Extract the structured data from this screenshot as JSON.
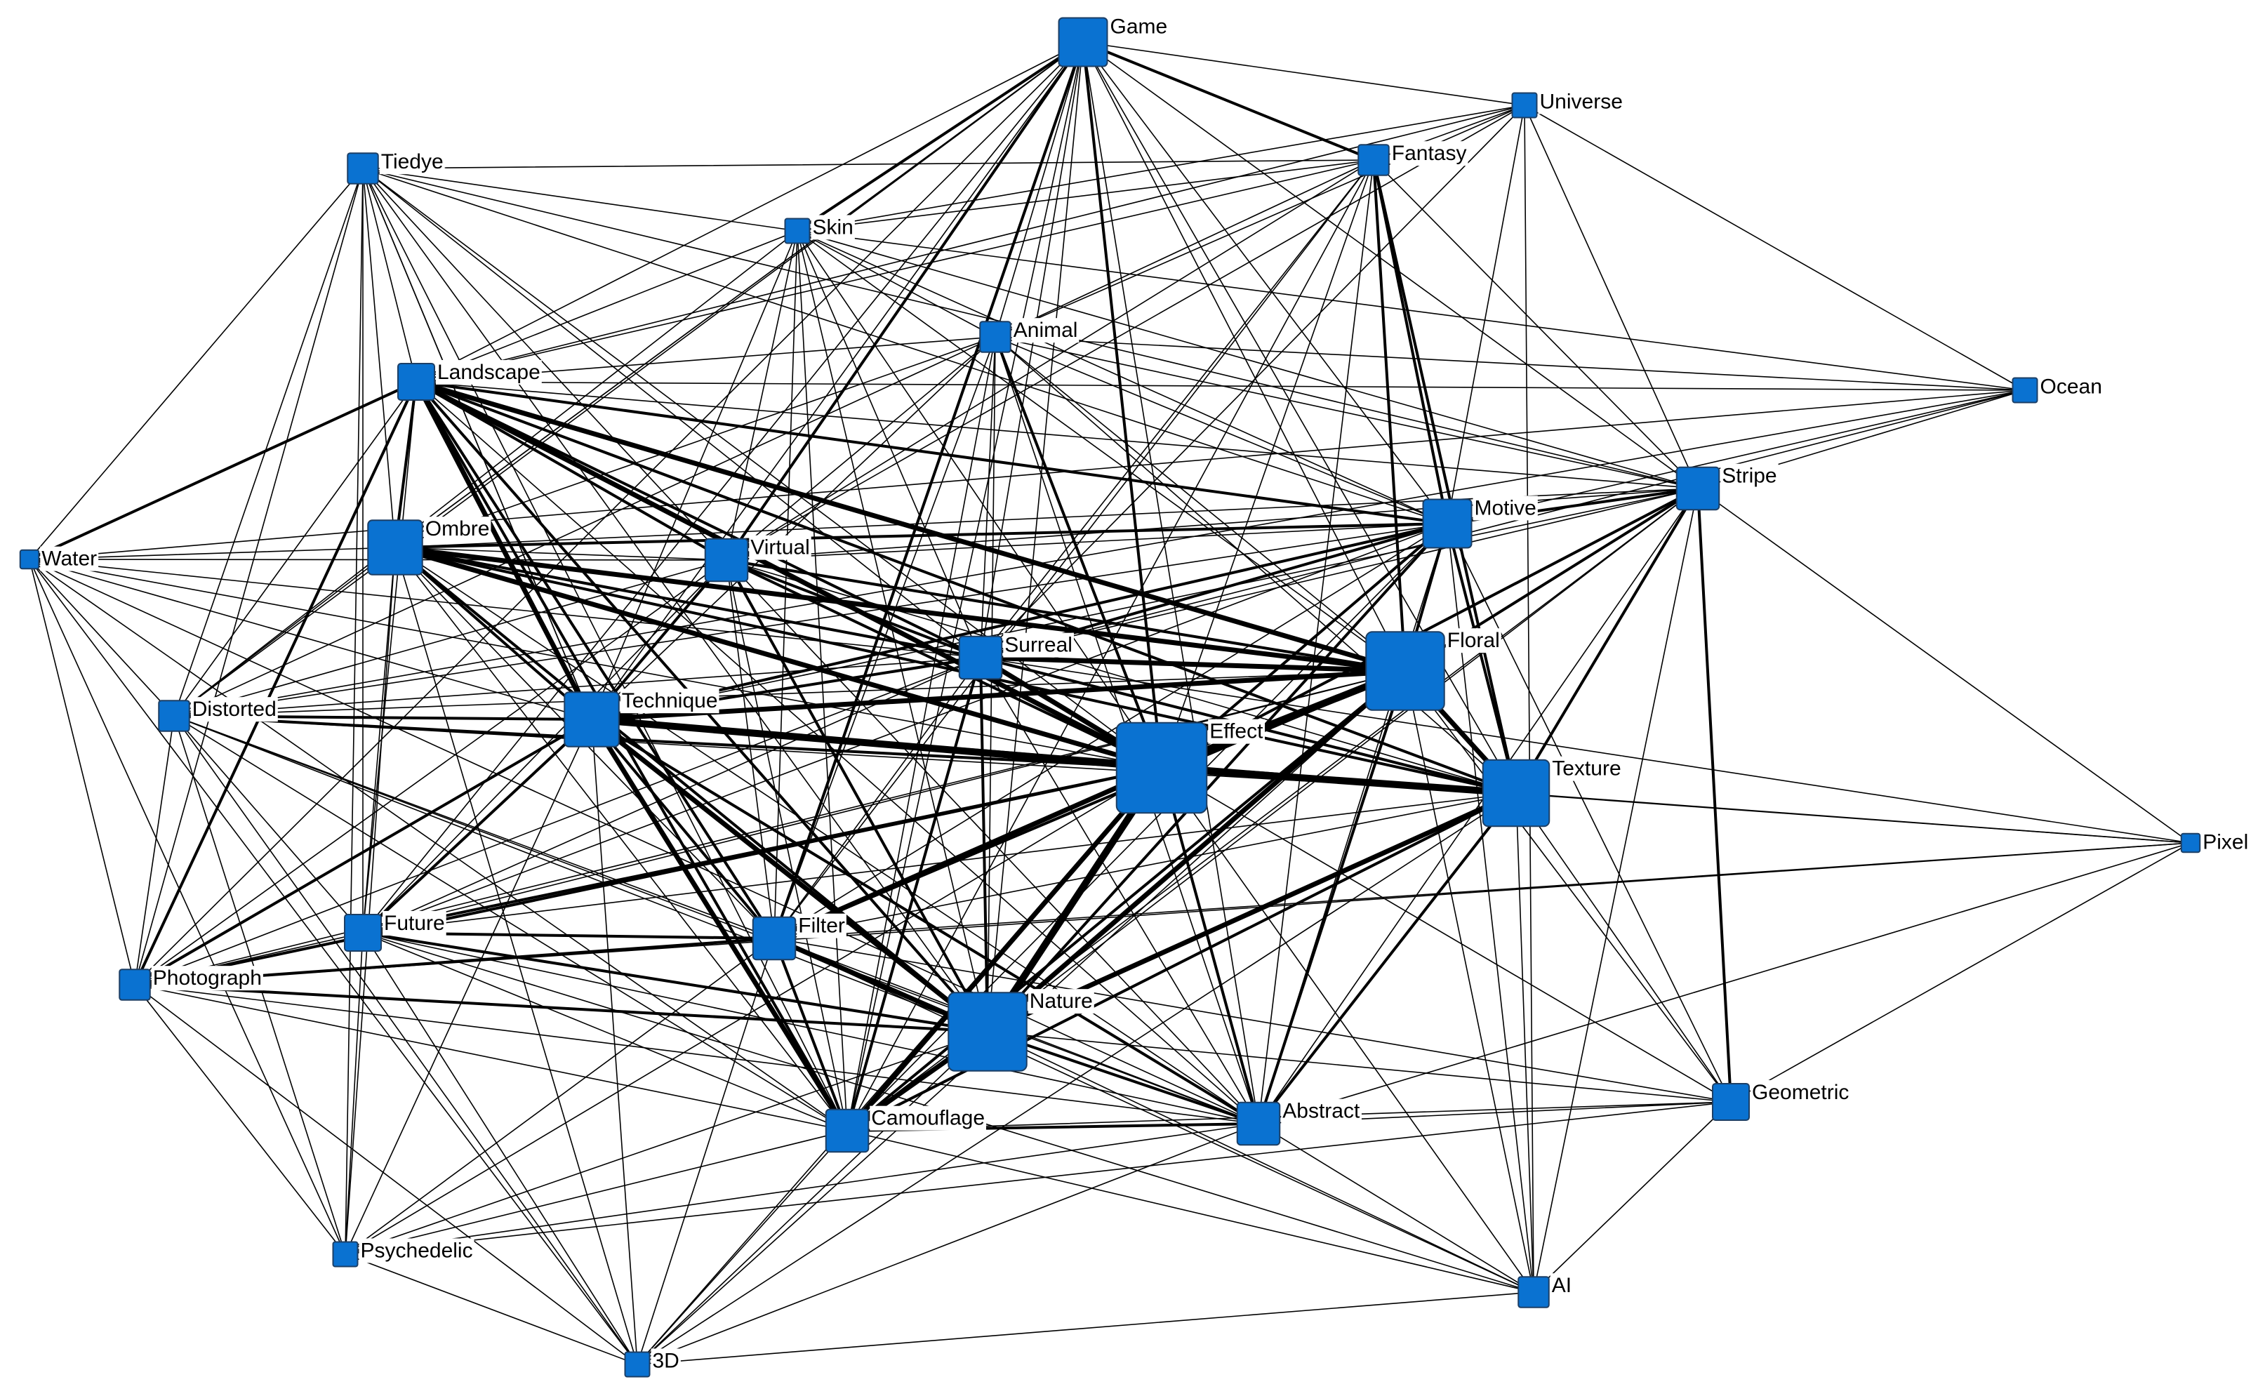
{
  "colors": {
    "node_fill": "#0a72d1",
    "edge": "#000000",
    "background": "#ffffff"
  },
  "nodes": [
    {
      "id": "Game",
      "label": "Game",
      "weight": 6
    },
    {
      "id": "Universe",
      "label": "Universe",
      "weight": 2
    },
    {
      "id": "Fantasy",
      "label": "Fantasy",
      "weight": 3
    },
    {
      "id": "Tiedye",
      "label": "Tiedye",
      "weight": 3
    },
    {
      "id": "Skin",
      "label": "Skin",
      "weight": 2
    },
    {
      "id": "Animal",
      "label": "Animal",
      "weight": 3
    },
    {
      "id": "Landscape",
      "label": "Landscape",
      "weight": 4
    },
    {
      "id": "Ocean",
      "label": "Ocean",
      "weight": 2
    },
    {
      "id": "Stripe",
      "label": "Stripe",
      "weight": 5
    },
    {
      "id": "Motive",
      "label": "Motive",
      "weight": 6
    },
    {
      "id": "Water",
      "label": "Water",
      "weight": 1
    },
    {
      "id": "Ombre",
      "label": "Ombre",
      "weight": 7
    },
    {
      "id": "Virtual",
      "label": "Virtual",
      "weight": 5
    },
    {
      "id": "Surreal",
      "label": "Surreal",
      "weight": 5
    },
    {
      "id": "Floral",
      "label": "Floral",
      "weight": 11
    },
    {
      "id": "Distorted",
      "label": "Distorted",
      "weight": 3
    },
    {
      "id": "Technique",
      "label": "Technique",
      "weight": 7
    },
    {
      "id": "Effect",
      "label": "Effect",
      "weight": 13
    },
    {
      "id": "Texture",
      "label": "Texture",
      "weight": 9
    },
    {
      "id": "Pixel",
      "label": "Pixel",
      "weight": 1
    },
    {
      "id": "Future",
      "label": "Future",
      "weight": 4
    },
    {
      "id": "Filter",
      "label": "Filter",
      "weight": 5
    },
    {
      "id": "Photograph",
      "label": "Photograph",
      "weight": 3
    },
    {
      "id": "Nature",
      "label": "Nature",
      "weight": 11
    },
    {
      "id": "Geometric",
      "label": "Geometric",
      "weight": 4
    },
    {
      "id": "Camouflage",
      "label": "Camouflage",
      "weight": 5
    },
    {
      "id": "Abstract",
      "label": "Abstract",
      "weight": 5
    },
    {
      "id": "Psychedelic",
      "label": "Psychedelic",
      "weight": 2
    },
    {
      "id": "AI",
      "label": "AI",
      "weight": 3
    },
    {
      "id": "3D",
      "label": "3D",
      "weight": 2
    }
  ],
  "edges": [
    [
      "Effect",
      "Texture",
      4
    ],
    [
      "Effect",
      "Floral",
      4
    ],
    [
      "Effect",
      "Nature",
      4
    ],
    [
      "Effect",
      "Technique",
      4
    ],
    [
      "Effect",
      "Ombre",
      3
    ],
    [
      "Effect",
      "Landscape",
      3
    ],
    [
      "Effect",
      "Surreal",
      3
    ],
    [
      "Effect",
      "Camouflage",
      3
    ],
    [
      "Effect",
      "Filter",
      3
    ],
    [
      "Effect",
      "Virtual",
      2
    ],
    [
      "Effect",
      "Motive",
      2
    ],
    [
      "Effect",
      "Abstract",
      2
    ],
    [
      "Effect",
      "Distorted",
      2
    ],
    [
      "Effect",
      "Future",
      2
    ],
    [
      "Effect",
      "Photograph",
      2
    ],
    [
      "Effect",
      "Stripe",
      2
    ],
    [
      "Effect",
      "Game",
      2
    ],
    [
      "Effect",
      "Animal",
      2
    ],
    [
      "Effect",
      "Skin",
      1
    ],
    [
      "Effect",
      "Tiedye",
      1
    ],
    [
      "Effect",
      "Fantasy",
      1
    ],
    [
      "Effect",
      "AI",
      1
    ],
    [
      "Effect",
      "Geometric",
      1
    ],
    [
      "Effect",
      "Pixel",
      1
    ],
    [
      "Effect",
      "3D",
      1
    ],
    [
      "Effect",
      "Psychedelic",
      1
    ],
    [
      "Effect",
      "Water",
      1
    ],
    [
      "Floral",
      "Texture",
      3
    ],
    [
      "Floral",
      "Nature",
      3
    ],
    [
      "Floral",
      "Technique",
      3
    ],
    [
      "Floral",
      "Ombre",
      3
    ],
    [
      "Floral",
      "Landscape",
      3
    ],
    [
      "Floral",
      "Surreal",
      3
    ],
    [
      "Floral",
      "Motive",
      2
    ],
    [
      "Floral",
      "Camouflage",
      2
    ],
    [
      "Floral",
      "Filter",
      2
    ],
    [
      "Floral",
      "Virtual",
      2
    ],
    [
      "Floral",
      "Stripe",
      2
    ],
    [
      "Floral",
      "Abstract",
      2
    ],
    [
      "Floral",
      "Fantasy",
      2
    ],
    [
      "Floral",
      "Distorted",
      1
    ],
    [
      "Floral",
      "Future",
      1
    ],
    [
      "Floral",
      "Photograph",
      1
    ],
    [
      "Floral",
      "Skin",
      1
    ],
    [
      "Floral",
      "Animal",
      1
    ],
    [
      "Floral",
      "Game",
      1
    ],
    [
      "Floral",
      "AI",
      1
    ],
    [
      "Floral",
      "Geometric",
      1
    ],
    [
      "Floral",
      "3D",
      1
    ],
    [
      "Nature",
      "Texture",
      3
    ],
    [
      "Nature",
      "Technique",
      3
    ],
    [
      "Nature",
      "Camouflage",
      3
    ],
    [
      "Nature",
      "Filter",
      3
    ],
    [
      "Nature",
      "Landscape",
      2
    ],
    [
      "Nature",
      "Ombre",
      2
    ],
    [
      "Nature",
      "Surreal",
      2
    ],
    [
      "Nature",
      "Abstract",
      2
    ],
    [
      "Nature",
      "Motive",
      2
    ],
    [
      "Nature",
      "Virtual",
      2
    ],
    [
      "Nature",
      "Future",
      2
    ],
    [
      "Nature",
      "Photograph",
      2
    ],
    [
      "Nature",
      "Distorted",
      1
    ],
    [
      "Nature",
      "Game",
      1
    ],
    [
      "Nature",
      "Animal",
      1
    ],
    [
      "Nature",
      "Stripe",
      1
    ],
    [
      "Nature",
      "Geometric",
      1
    ],
    [
      "Nature",
      "Psychedelic",
      1
    ],
    [
      "Nature",
      "3D",
      1
    ],
    [
      "Nature",
      "AI",
      1
    ],
    [
      "Nature",
      "Skin",
      1
    ],
    [
      "Nature",
      "Tiedye",
      1
    ],
    [
      "Texture",
      "Technique",
      2
    ],
    [
      "Texture",
      "Motive",
      2
    ],
    [
      "Texture",
      "Stripe",
      2
    ],
    [
      "Texture",
      "Surreal",
      2
    ],
    [
      "Texture",
      "Camouflage",
      2
    ],
    [
      "Texture",
      "Abstract",
      2
    ],
    [
      "Texture",
      "Ombre",
      2
    ],
    [
      "Texture",
      "Landscape",
      2
    ],
    [
      "Texture",
      "Fantasy",
      2
    ],
    [
      "Texture",
      "Virtual",
      1
    ],
    [
      "Texture",
      "Filter",
      1
    ],
    [
      "Texture",
      "Geometric",
      1
    ],
    [
      "Texture",
      "AI",
      1
    ],
    [
      "Texture",
      "Pixel",
      1
    ],
    [
      "Texture",
      "Distorted",
      1
    ],
    [
      "Texture",
      "Animal",
      1
    ],
    [
      "Texture",
      "Game",
      1
    ],
    [
      "Texture",
      "3D",
      1
    ],
    [
      "Texture",
      "Future",
      1
    ],
    [
      "Technique",
      "Landscape",
      3
    ],
    [
      "Technique",
      "Ombre",
      2
    ],
    [
      "Technique",
      "Camouflage",
      3
    ],
    [
      "Technique",
      "Filter",
      2
    ],
    [
      "Technique",
      "Surreal",
      2
    ],
    [
      "Technique",
      "Virtual",
      2
    ],
    [
      "Technique",
      "Distorted",
      2
    ],
    [
      "Technique",
      "Future",
      2
    ],
    [
      "Technique",
      "Photograph",
      2
    ],
    [
      "Technique",
      "Motive",
      2
    ],
    [
      "Technique",
      "Abstract",
      2
    ],
    [
      "Technique",
      "Game",
      1
    ],
    [
      "Technique",
      "Animal",
      1
    ],
    [
      "Technique",
      "Skin",
      1
    ],
    [
      "Technique",
      "Tiedye",
      1
    ],
    [
      "Technique",
      "Water",
      1
    ],
    [
      "Technique",
      "Stripe",
      1
    ],
    [
      "Technique",
      "3D",
      1
    ],
    [
      "Technique",
      "Psychedelic",
      1
    ],
    [
      "Ombre",
      "Landscape",
      2
    ],
    [
      "Ombre",
      "Surreal",
      2
    ],
    [
      "Ombre",
      "Virtual",
      1
    ],
    [
      "Ombre",
      "Motive",
      2
    ],
    [
      "Ombre",
      "Stripe",
      1
    ],
    [
      "Ombre",
      "Camouflage",
      1
    ],
    [
      "Ombre",
      "Future",
      1
    ],
    [
      "Ombre",
      "Filter",
      1
    ],
    [
      "Ombre",
      "Abstract",
      1
    ],
    [
      "Ombre",
      "Distorted",
      1
    ],
    [
      "Ombre",
      "Water",
      1
    ],
    [
      "Ombre",
      "Game",
      1
    ],
    [
      "Ombre",
      "Animal",
      1
    ],
    [
      "Ombre",
      "Psychedelic",
      1
    ],
    [
      "Ombre",
      "3D",
      1
    ],
    [
      "Game",
      "Fantasy",
      2
    ],
    [
      "Game",
      "Universe",
      1
    ],
    [
      "Game",
      "Skin",
      2
    ],
    [
      "Game",
      "Virtual",
      2
    ],
    [
      "Game",
      "Surreal",
      1
    ],
    [
      "Game",
      "Landscape",
      1
    ],
    [
      "Game",
      "Camouflage",
      1
    ],
    [
      "Game",
      "Motive",
      1
    ],
    [
      "Game",
      "Animal",
      1
    ],
    [
      "Game",
      "Filter",
      2
    ],
    [
      "Game",
      "Ombre",
      1
    ],
    [
      "Game",
      "Stripe",
      1
    ],
    [
      "Game",
      "Distorted",
      1
    ],
    [
      "Game",
      "Abstract",
      1
    ],
    [
      "Game",
      "Future",
      1
    ],
    [
      "Game",
      "Photograph",
      1
    ],
    [
      "Universe",
      "Fantasy",
      1
    ],
    [
      "Universe",
      "Stripe",
      1
    ],
    [
      "Universe",
      "Motive",
      1
    ],
    [
      "Universe",
      "Skin",
      1
    ],
    [
      "Universe",
      "Animal",
      1
    ],
    [
      "Universe",
      "Surreal",
      1
    ],
    [
      "Universe",
      "Landscape",
      1
    ],
    [
      "Universe",
      "Virtual",
      1
    ],
    [
      "Universe",
      "AI",
      1
    ],
    [
      "Universe",
      "Ocean",
      1
    ],
    [
      "Fantasy",
      "Motive",
      2
    ],
    [
      "Fantasy",
      "Landscape",
      1
    ],
    [
      "Fantasy",
      "Surreal",
      1
    ],
    [
      "Fantasy",
      "Virtual",
      1
    ],
    [
      "Fantasy",
      "Animal",
      1
    ],
    [
      "Fantasy",
      "Skin",
      1
    ],
    [
      "Fantasy",
      "Stripe",
      1
    ],
    [
      "Fantasy",
      "Tiedye",
      1
    ],
    [
      "Fantasy",
      "Camouflage",
      1
    ],
    [
      "Fantasy",
      "Abstract",
      1
    ],
    [
      "Fantasy",
      "Filter",
      1
    ],
    [
      "Tiedye",
      "Landscape",
      1
    ],
    [
      "Tiedye",
      "Technique",
      1
    ],
    [
      "Tiedye",
      "Ombre",
      1
    ],
    [
      "Tiedye",
      "Virtual",
      1
    ],
    [
      "Tiedye",
      "Motive",
      1
    ],
    [
      "Tiedye",
      "Skin",
      1
    ],
    [
      "Tiedye",
      "Surreal",
      1
    ],
    [
      "Tiedye",
      "Stripe",
      1
    ],
    [
      "Tiedye",
      "Future",
      1
    ],
    [
      "Tiedye",
      "Water",
      1
    ],
    [
      "Tiedye",
      "Distorted",
      1
    ],
    [
      "Tiedye",
      "Photograph",
      1
    ],
    [
      "Tiedye",
      "Psychedelic",
      1
    ],
    [
      "Tiedye",
      "Camouflage",
      1
    ],
    [
      "Skin",
      "Animal",
      1
    ],
    [
      "Skin",
      "Landscape",
      1
    ],
    [
      "Skin",
      "Virtual",
      1
    ],
    [
      "Skin",
      "Surreal",
      1
    ],
    [
      "Skin",
      "Motive",
      1
    ],
    [
      "Skin",
      "Camouflage",
      1
    ],
    [
      "Skin",
      "Filter",
      1
    ],
    [
      "Skin",
      "Stripe",
      1
    ],
    [
      "Skin",
      "Distorted",
      1
    ],
    [
      "Skin",
      "Ocean",
      1
    ],
    [
      "Animal",
      "Landscape",
      1
    ],
    [
      "Animal",
      "Virtual",
      1
    ],
    [
      "Animal",
      "Surreal",
      1
    ],
    [
      "Animal",
      "Motive",
      1
    ],
    [
      "Animal",
      "Camouflage",
      1
    ],
    [
      "Animal",
      "Filter",
      1
    ],
    [
      "Animal",
      "Abstract",
      1
    ],
    [
      "Animal",
      "Stripe",
      1
    ],
    [
      "Animal",
      "Distorted",
      1
    ],
    [
      "Animal",
      "Ocean",
      1
    ],
    [
      "Landscape",
      "Surreal",
      2
    ],
    [
      "Landscape",
      "Virtual",
      2
    ],
    [
      "Landscape",
      "Motive",
      2
    ],
    [
      "Landscape",
      "Camouflage",
      2
    ],
    [
      "Landscape",
      "Filter",
      2
    ],
    [
      "Landscape",
      "Water",
      2
    ],
    [
      "Landscape",
      "Distorted",
      1
    ],
    [
      "Landscape",
      "Future",
      1
    ],
    [
      "Landscape",
      "Photograph",
      2
    ],
    [
      "Landscape",
      "Abstract",
      1
    ],
    [
      "Landscape",
      "Stripe",
      1
    ],
    [
      "Landscape",
      "Ocean",
      1
    ],
    [
      "Stripe",
      "Motive",
      2
    ],
    [
      "Stripe",
      "Surreal",
      1
    ],
    [
      "Stripe",
      "Geometric",
      2
    ],
    [
      "Stripe",
      "AI",
      1
    ],
    [
      "Stripe",
      "Pixel",
      1
    ],
    [
      "Stripe",
      "Abstract",
      1
    ],
    [
      "Stripe",
      "Virtual",
      1
    ],
    [
      "Stripe",
      "Camouflage",
      1
    ],
    [
      "Stripe",
      "Ocean",
      1
    ],
    [
      "Motive",
      "Surreal",
      2
    ],
    [
      "Motive",
      "Virtual",
      1
    ],
    [
      "Motive",
      "Abstract",
      1
    ],
    [
      "Motive",
      "Camouflage",
      1
    ],
    [
      "Motive",
      "Filter",
      1
    ],
    [
      "Motive",
      "AI",
      1
    ],
    [
      "Motive",
      "Geometric",
      1
    ],
    [
      "Motive",
      "Distorted",
      1
    ],
    [
      "Motive",
      "Future",
      1
    ],
    [
      "Motive",
      "Ocean",
      1
    ],
    [
      "Ocean",
      "Water",
      1
    ],
    [
      "Ocean",
      "Distorted",
      1
    ],
    [
      "Ocean",
      "Surreal",
      1
    ],
    [
      "Water",
      "Distorted",
      1
    ],
    [
      "Water",
      "Photograph",
      1
    ],
    [
      "Water",
      "Surreal",
      1
    ],
    [
      "Water",
      "Virtual",
      1
    ],
    [
      "Water",
      "Abstract",
      1
    ],
    [
      "Water",
      "Psychedelic",
      1
    ],
    [
      "Water",
      "3D",
      1
    ],
    [
      "Water",
      "Camouflage",
      1
    ],
    [
      "Virtual",
      "Surreal",
      2
    ],
    [
      "Virtual",
      "Camouflage",
      1
    ],
    [
      "Virtual",
      "Filter",
      1
    ],
    [
      "Virtual",
      "Abstract",
      1
    ],
    [
      "Virtual",
      "Distorted",
      1
    ],
    [
      "Virtual",
      "Future",
      1
    ],
    [
      "Virtual",
      "Photograph",
      1
    ],
    [
      "Surreal",
      "Camouflage",
      2
    ],
    [
      "Surreal",
      "Filter",
      1
    ],
    [
      "Surreal",
      "Abstract",
      1
    ],
    [
      "Surreal",
      "Distorted",
      1
    ],
    [
      "Surreal",
      "Future",
      1
    ],
    [
      "Surreal",
      "Photograph",
      1
    ],
    [
      "Distorted",
      "Future",
      1
    ],
    [
      "Distorted",
      "Photograph",
      1
    ],
    [
      "Distorted",
      "Camouflage",
      1
    ],
    [
      "Distorted",
      "Abstract",
      1
    ],
    [
      "Distorted",
      "Filter",
      1
    ],
    [
      "Distorted",
      "Psychedelic",
      1
    ],
    [
      "Distorted",
      "3D",
      1
    ],
    [
      "Future",
      "Photograph",
      1
    ],
    [
      "Future",
      "Filter",
      2
    ],
    [
      "Future",
      "Camouflage",
      1
    ],
    [
      "Future",
      "Abstract",
      1
    ],
    [
      "Future",
      "Psychedelic",
      1
    ],
    [
      "Future",
      "3D",
      1
    ],
    [
      "Future",
      "AI",
      1
    ],
    [
      "Filter",
      "Camouflage",
      2
    ],
    [
      "Filter",
      "Abstract",
      1
    ],
    [
      "Filter",
      "Photograph",
      2
    ],
    [
      "Filter",
      "AI",
      1
    ],
    [
      "Filter",
      "Pixel",
      1
    ],
    [
      "Filter",
      "3D",
      1
    ],
    [
      "Filter",
      "Psychedelic",
      1
    ],
    [
      "Filter",
      "Geometric",
      1
    ],
    [
      "Photograph",
      "Camouflage",
      1
    ],
    [
      "Photograph",
      "Abstract",
      1
    ],
    [
      "Photograph",
      "Psychedelic",
      1
    ],
    [
      "Photograph",
      "3D",
      1
    ],
    [
      "Photograph",
      "Pixel",
      1
    ],
    [
      "Camouflage",
      "Abstract",
      2
    ],
    [
      "Camouflage",
      "Geometric",
      1
    ],
    [
      "Camouflage",
      "AI",
      1
    ],
    [
      "Camouflage",
      "Psychedelic",
      1
    ],
    [
      "Camouflage",
      "3D",
      1
    ],
    [
      "Abstract",
      "Geometric",
      1
    ],
    [
      "Abstract",
      "AI",
      1
    ],
    [
      "Abstract",
      "3D",
      1
    ],
    [
      "Abstract",
      "Psychedelic",
      1
    ],
    [
      "Abstract",
      "Pixel",
      1
    ],
    [
      "Geometric",
      "AI",
      1
    ],
    [
      "Geometric",
      "Pixel",
      1
    ],
    [
      "Geometric",
      "Psychedelic",
      1
    ],
    [
      "Psychedelic",
      "3D",
      1
    ],
    [
      "AI",
      "3D",
      1
    ],
    [
      "Pixel",
      "Surreal",
      1
    ]
  ]
}
